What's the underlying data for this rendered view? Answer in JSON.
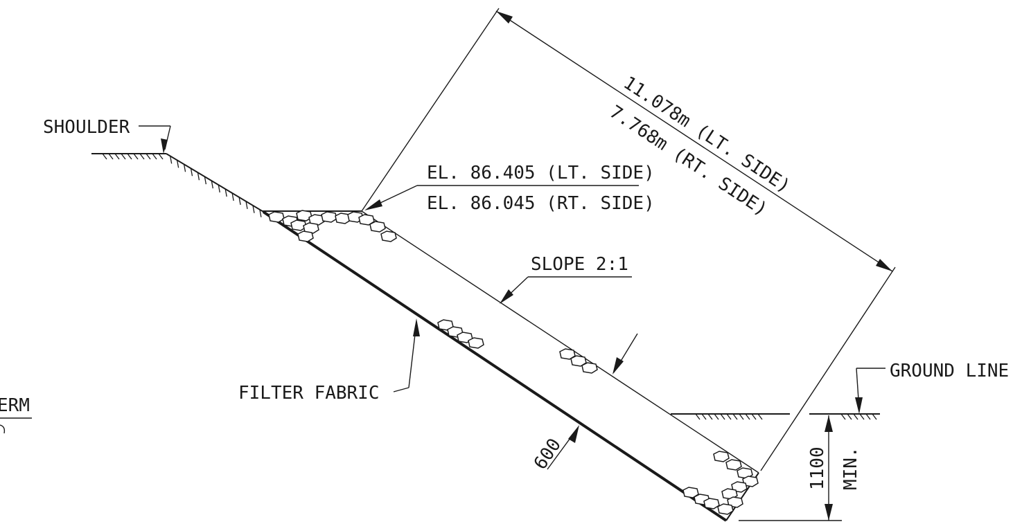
{
  "labels": {
    "shoulder": "SHOULDER",
    "el_lt": "EL. 86.405 (LT. SIDE)",
    "el_rt": "EL. 86.045 (RT. SIDE)",
    "len_lt": "11.078m (LT. SIDE)",
    "len_rt": "7.768m (RT. SIDE)",
    "slope": "SLOPE 2:1",
    "filter_fabric": "FILTER FABRIC",
    "thickness": "600",
    "ground_line": "GROUND LINE",
    "depth": "1100",
    "depth_note": "MIN.",
    "berm_partial": "ERM"
  }
}
